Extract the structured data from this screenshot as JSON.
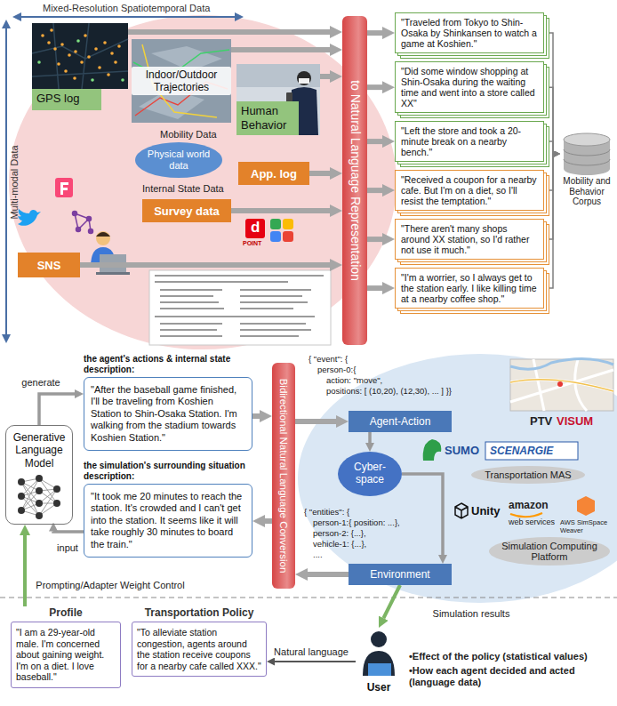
{
  "diagram": {
    "nodes": [
      {
        "text": [
          "GPS log"
        ]
      },
      {
        "text": [
          "Indoor/Outdoor Trajectories"
        ]
      },
      {
        "text": [
          "Human Behavior"
        ]
      },
      {
        "text": [
          "Physical world data"
        ]
      },
      {
        "text": [
          "App. log"
        ]
      },
      {
        "text": [
          "Survey data"
        ]
      },
      {
        "text": [
          "SNS"
        ]
      },
      {
        "text": [
          "to Natural Language Representation"
        ]
      },
      {
        "text": [
          "\"Traveled from Tokyo to Shin-Osaka by Shinkansen to watch a game at Koshien.\""
        ]
      },
      {
        "text": [
          "\"Did some window shopping at Shin-Osaka during the waiting time and went into a store called XX\""
        ]
      },
      {
        "text": [
          "\"Left the store and took a 20-minute break on a nearby bench.\""
        ]
      },
      {
        "text": [
          "\"Received a coupon for a nearby cafe. But I'm on a diet, so I'll resist the temptation.\""
        ]
      },
      {
        "text": [
          "\"There aren't many shops around XX station, so I'd rather not use it much.\""
        ]
      },
      {
        "text": [
          "\"I'm a worrier, so I always get to the station early. I like killing time at a nearby coffee shop.\""
        ]
      },
      {
        "text": [
          "Mobility and Behavior Corpus"
        ]
      },
      {
        "text": [
          "Generative Language Model"
        ]
      },
      {
        "text": [
          "the agent's actions & internal state description:",
          "\"After the baseball game finished, I'll be traveling from Koshien Station to Shin-Osaka Station. I'm walking from the stadium towards Koshien Station.\""
        ]
      },
      {
        "text": [
          "the simulation's surrounding situation description:",
          "\"It took me 20 minutes to reach the station. It's crowded and I can't get into the station. It seems like it will take roughly 30 minutes to board the train.\""
        ]
      },
      {
        "text": [
          "Bidirectional Natural Language Conversion"
        ]
      },
      {
        "text": [
          "Agent-Action"
        ]
      },
      {
        "text": [
          "Cyber-space"
        ]
      },
      {
        "text": [
          "Environment"
        ]
      },
      {
        "text": [
          "Transportation MAS"
        ]
      },
      {
        "text": [
          "Simulation Computing Platform"
        ]
      },
      {
        "text": [
          "Profile",
          "\"I am a 29-year-old male. I'm concerned about gaining weight. I'm on a diet. I love baseball.\""
        ]
      },
      {
        "text": [
          "Transportation Policy",
          "\"To alleviate station congestion, agents around the station receive coupons for a nearby cafe called XXX.\""
        ]
      },
      {
        "text": [
          "User"
        ]
      }
    ],
    "edges": [
      {
        "from": 0,
        "to": 7,
        "arrow": "to"
      },
      {
        "from": 1,
        "to": 7,
        "arrow": "to"
      },
      {
        "from": 2,
        "to": 7,
        "arrow": "to"
      },
      {
        "from": 4,
        "to": 7,
        "arrow": "to"
      },
      {
        "from": 5,
        "to": 7,
        "arrow": "to"
      },
      {
        "from": 6,
        "to": 7,
        "arrow": "to"
      },
      {
        "from": 7,
        "to": 8,
        "arrow": "to"
      },
      {
        "from": 7,
        "to": 9,
        "arrow": "to"
      },
      {
        "from": 7,
        "to": 10,
        "arrow": "to"
      },
      {
        "from": 7,
        "to": 11,
        "arrow": "to"
      },
      {
        "from": 7,
        "to": 12,
        "arrow": "to"
      },
      {
        "from": 7,
        "to": 13,
        "arrow": "to"
      },
      {
        "from": 8,
        "to": 14,
        "arrow": "to"
      },
      {
        "from": 9,
        "to": 14,
        "arrow": "to"
      },
      {
        "from": 10,
        "to": 14,
        "arrow": "to"
      },
      {
        "from": 11,
        "to": 14,
        "arrow": "to"
      },
      {
        "from": 12,
        "to": 14,
        "arrow": "to"
      },
      {
        "from": 13,
        "to": 14,
        "arrow": "to"
      },
      {
        "from": 15,
        "to": 16,
        "label": "generate",
        "arrow": "to"
      },
      {
        "from": 17,
        "to": 15,
        "label": "input",
        "arrow": "to"
      },
      {
        "from": 16,
        "to": 18,
        "arrow": "to"
      },
      {
        "from": 18,
        "to": 17,
        "arrow": "to"
      },
      {
        "from": 18,
        "to": 19,
        "arrow": "to"
      },
      {
        "from": 19,
        "to": 20,
        "arrow": "to"
      },
      {
        "from": 20,
        "to": 21,
        "arrow": "to"
      },
      {
        "from": 21,
        "to": 18,
        "arrow": "to"
      },
      {
        "from": 24,
        "to": 15,
        "label": "Prompting/Adapter Weight Control",
        "arrow": "to"
      },
      {
        "from": 26,
        "to": 25,
        "label": "Natural language",
        "arrow": "to"
      },
      {
        "from": 21,
        "to": 26,
        "label": "Simulation results",
        "arrow": "to"
      }
    ],
    "labels": [
      "Mixed-Resolution Spatiotemporal Data",
      "Multi-modal Data",
      "Mobility Data",
      "Internal State Data",
      "d",
      "POINT",
      "{ \"event\": {",
      "person-0:{",
      "action: \"move\",",
      "positions: [ (10,20), (12,30), ... ] }}",
      "{ \"entities\": {",
      "person-1:{ position: ...},",
      "person-2: {...},",
      "vehicle-1: {...},",
      "....",
      "PTV",
      "VISUM",
      "SUMO",
      "SCENARGIE",
      "Unity",
      "amazon",
      "web services",
      "AWS SimSpace Weaver",
      "•Effect of the policy (statistical values)",
      "•How each agent decided and acted (language data)"
    ]
  }
}
